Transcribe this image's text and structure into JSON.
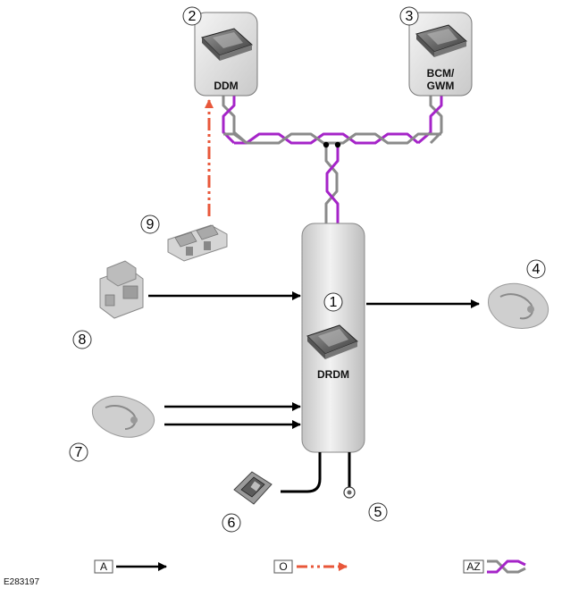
{
  "figure_ref": "E283197",
  "modules": {
    "ddm": {
      "number": "2",
      "label": "DDM"
    },
    "bcm": {
      "number": "3",
      "label_line1": "BCM/",
      "label_line2": "GWM"
    },
    "drdm": {
      "number": "1",
      "label": "DRDM"
    }
  },
  "components": {
    "c4": "4",
    "c5": "5",
    "c6": "6",
    "c7": "7",
    "c8": "8",
    "c9": "9"
  },
  "legend": {
    "a": "A",
    "o": "O",
    "az": "AZ"
  },
  "colors": {
    "hardwired": "#000000",
    "rf": "#e8573a",
    "can_purple": "#a524c8",
    "can_gray": "#8a8a8a"
  }
}
